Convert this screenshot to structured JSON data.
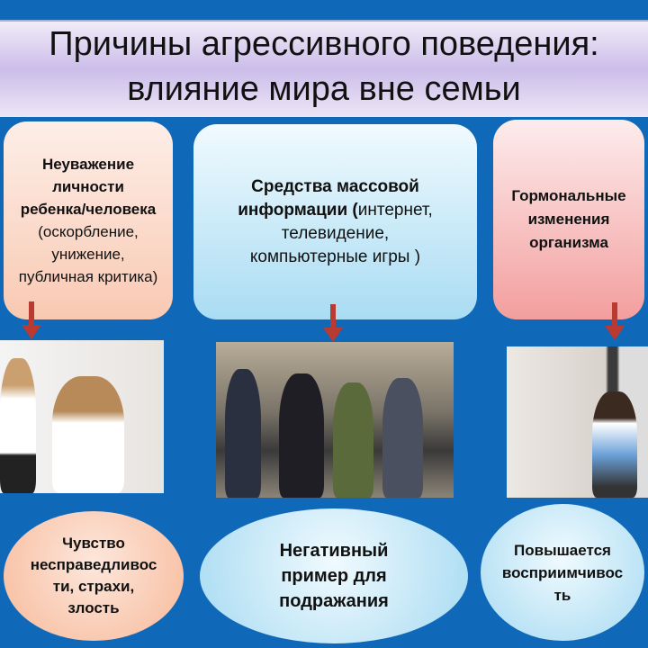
{
  "title": {
    "line1": "Причины агрессивного поведения:",
    "line2": "влияние мира вне семьи"
  },
  "causes": [
    {
      "bold": [
        "Неуважение",
        "личности",
        "ребенка/человека"
      ],
      "normal": [
        "(оскорбление,",
        "унижение,",
        "публичная критика)"
      ]
    },
    {
      "bold1": "Средства массовой",
      "bold2": "информации (",
      "normal2": "интернет,",
      "normal3": "телевидение,",
      "normal4": "компьютерные игры )"
    },
    {
      "lines": [
        "Гормональные",
        "изменения",
        "организма"
      ]
    }
  ],
  "effects": [
    {
      "lines": [
        "Чувство",
        "несправедливос",
        "ти, страхи,",
        "злость"
      ]
    },
    {
      "lines": [
        "Негативный",
        "пример для",
        "подражания"
      ]
    },
    {
      "lines": [
        "Повышается",
        "восприимчивос",
        "ть"
      ]
    }
  ],
  "colors": {
    "background": "#0f68b8",
    "arrow": "#b83a30"
  }
}
